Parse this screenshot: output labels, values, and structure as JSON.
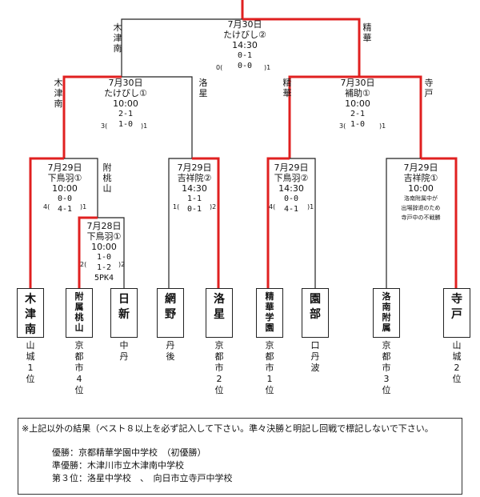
{
  "colors": {
    "winner": "#e02020",
    "line": "#222222"
  },
  "final": {
    "date": "7月30日",
    "venue": "たけびし②",
    "time": "14:30",
    "score1": "0-1",
    "score2": "0-0",
    "left_total": "0",
    "right_total": "1",
    "left_label": "木津南",
    "right_label": "精華"
  },
  "semi_left": {
    "date": "7月30日",
    "venue": "たけびし①",
    "time": "10:00",
    "score1": "2-1",
    "score2": "1-0",
    "left_total": "3",
    "right_total": "1",
    "left_label": "木津南",
    "right_label": "洛星"
  },
  "semi_right": {
    "date": "7月30日",
    "venue": "補助①",
    "time": "10:00",
    "score1": "2-1",
    "score2": "1-0",
    "left_total": "3",
    "right_total": "1",
    "left_label": "精華",
    "right_label": "寺戸"
  },
  "qf1": {
    "date": "7月29日",
    "venue": "下鳥羽①",
    "time": "10:00",
    "score1": "0-0",
    "score2": "4-1",
    "left_total": "4",
    "right_total": "1",
    "right_label": "附桃山"
  },
  "r1": {
    "date": "7月28日",
    "venue": "下鳥羽①",
    "time": "10:00",
    "score1": "1-0",
    "score2": "1-2",
    "left_total": "2",
    "right_total": "2",
    "pk": "5PK4"
  },
  "qf2": {
    "date": "7月29日",
    "venue": "吉祥院②",
    "time": "14:30",
    "score1": "1-1",
    "score2": "0-1",
    "left_total": "1",
    "right_total": "2"
  },
  "qf3": {
    "date": "7月29日",
    "venue": "下鳥羽②",
    "time": "14:30",
    "score1": "0-0",
    "score2": "4-1",
    "left_total": "4",
    "right_total": "1"
  },
  "qf4": {
    "date": "7月29日",
    "venue": "吉祥院①",
    "time": "10:00",
    "note": [
      "洛南附属中が",
      "出場辞退のため",
      "寺戸中の不戦勝"
    ]
  },
  "teams": [
    {
      "name": "木津南",
      "sub": "山城1位"
    },
    {
      "name": "附属桃山",
      "sub": "京都市4位"
    },
    {
      "name": "日新",
      "sub": "中丹"
    },
    {
      "name": "網野",
      "sub": "丹後"
    },
    {
      "name": "洛星",
      "sub": "京都市2位"
    },
    {
      "name": "精華学園",
      "sub": "京都市1位"
    },
    {
      "name": "園部",
      "sub": "口丹波"
    },
    {
      "name": "洛南附属",
      "sub": "京都市3位"
    },
    {
      "name": "寺戸",
      "sub": "山城2位"
    }
  ],
  "results": {
    "header": "※上記以外の結果（ベスト８以上を必ず記入して下さい。準々決勝と明記し回戦で標記しないで下さい。",
    "champion": "優勝：京都精華学園中学校　（初優勝）",
    "runner_up": "準優勝：木津川市立木津南中学校",
    "third": "第３位：洛星中学校　、　向日市立寺戸中学校"
  }
}
